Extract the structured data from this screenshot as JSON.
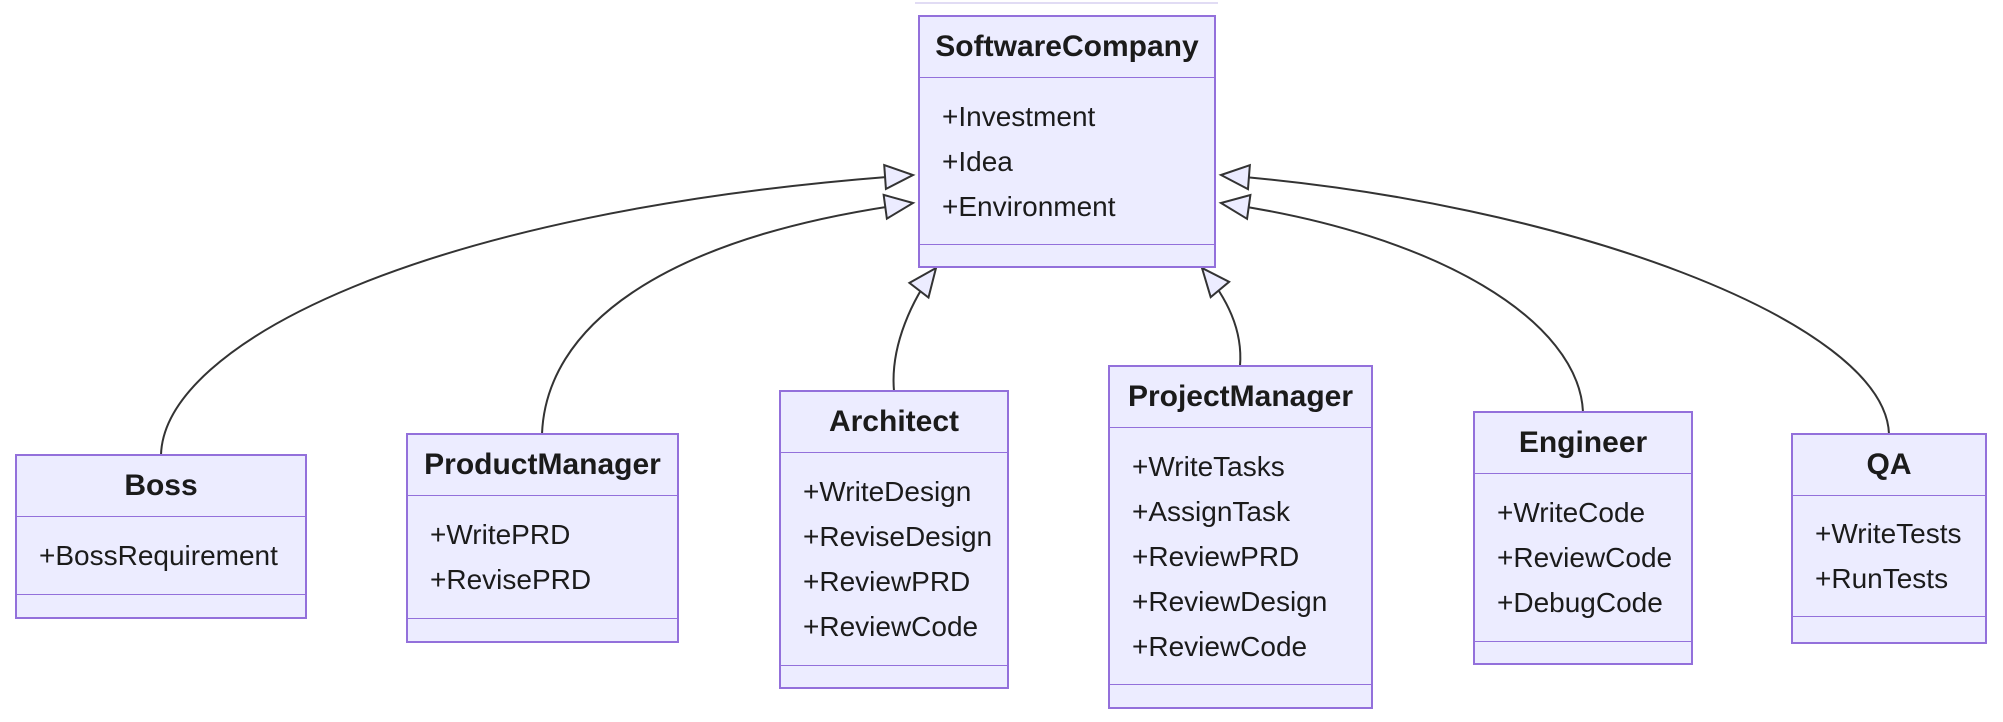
{
  "diagram": {
    "kind": "uml-class-diagram",
    "classes": [
      {
        "name": "SoftwareCompany",
        "attributes": [
          "+Investment",
          "+Idea",
          "+Environment"
        ],
        "methods": []
      },
      {
        "name": "Boss",
        "attributes": [
          "+BossRequirement"
        ],
        "methods": []
      },
      {
        "name": "ProductManager",
        "attributes": [
          "+WritePRD",
          "+RevisePRD"
        ],
        "methods": []
      },
      {
        "name": "Architect",
        "attributes": [
          "+WriteDesign",
          "+ReviseDesign",
          "+ReviewPRD",
          "+ReviewCode"
        ],
        "methods": []
      },
      {
        "name": "ProjectManager",
        "attributes": [
          "+WriteTasks",
          "+AssignTask",
          "+ReviewPRD",
          "+ReviewDesign",
          "+ReviewCode"
        ],
        "methods": []
      },
      {
        "name": "Engineer",
        "attributes": [
          "+WriteCode",
          "+ReviewCode",
          "+DebugCode"
        ],
        "methods": []
      },
      {
        "name": "QA",
        "attributes": [
          "+WriteTests",
          "+RunTests"
        ],
        "methods": []
      }
    ],
    "relations": [
      {
        "from": "Boss",
        "to": "SoftwareCompany",
        "type": "inheritance"
      },
      {
        "from": "ProductManager",
        "to": "SoftwareCompany",
        "type": "inheritance"
      },
      {
        "from": "Architect",
        "to": "SoftwareCompany",
        "type": "inheritance"
      },
      {
        "from": "ProjectManager",
        "to": "SoftwareCompany",
        "type": "inheritance"
      },
      {
        "from": "Engineer",
        "to": "SoftwareCompany",
        "type": "inheritance"
      },
      {
        "from": "QA",
        "to": "SoftwareCompany",
        "type": "inheritance"
      }
    ],
    "colors": {
      "node_fill": "#ECECFF",
      "node_border": "#9370DB",
      "edge_stroke": "#333333",
      "text": "#1b1b1b",
      "background": "#ffffff"
    }
  }
}
